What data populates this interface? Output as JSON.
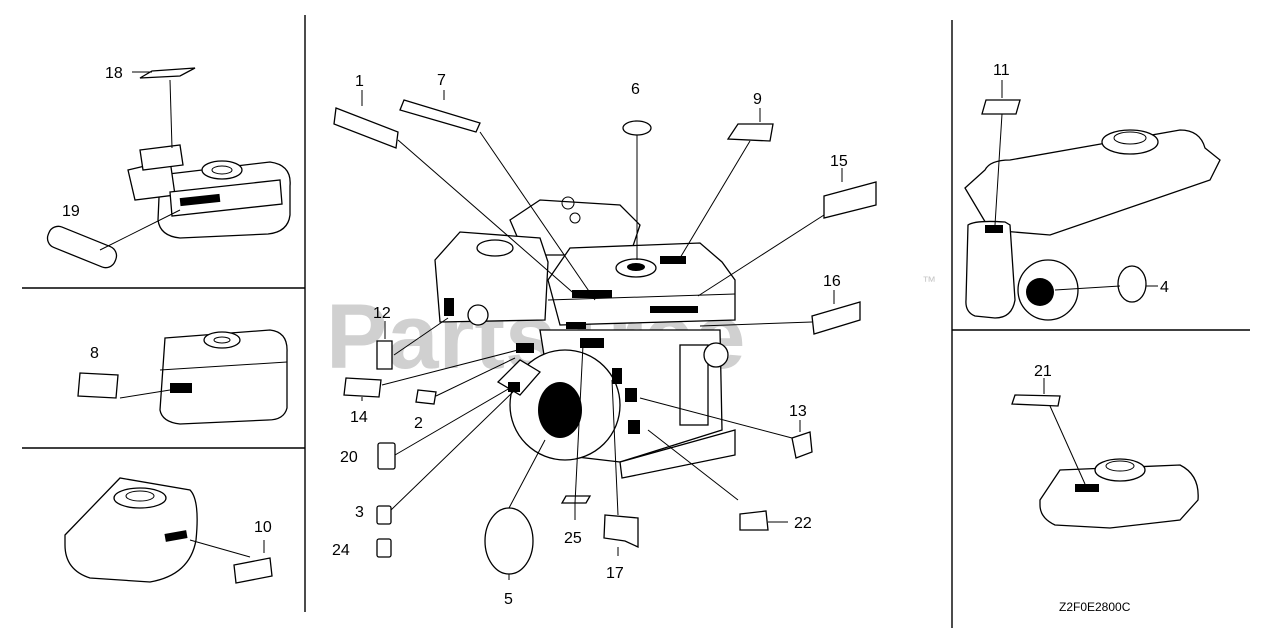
{
  "watermark": {
    "text": "PartsTree",
    "trademark": "™"
  },
  "drawing_code": "Z2F0E2800C",
  "callouts": {
    "c1": "1",
    "c2": "2",
    "c3": "3",
    "c4": "4",
    "c5": "5",
    "c6": "6",
    "c7": "7",
    "c8": "8",
    "c9": "9",
    "c10": "10",
    "c11": "11",
    "c12": "12",
    "c13": "13",
    "c14": "14",
    "c15": "15",
    "c16": "16",
    "c17": "17",
    "c18": "18",
    "c19": "19",
    "c20": "20",
    "c21": "21",
    "c22": "22",
    "c24": "24",
    "c25": "25"
  }
}
